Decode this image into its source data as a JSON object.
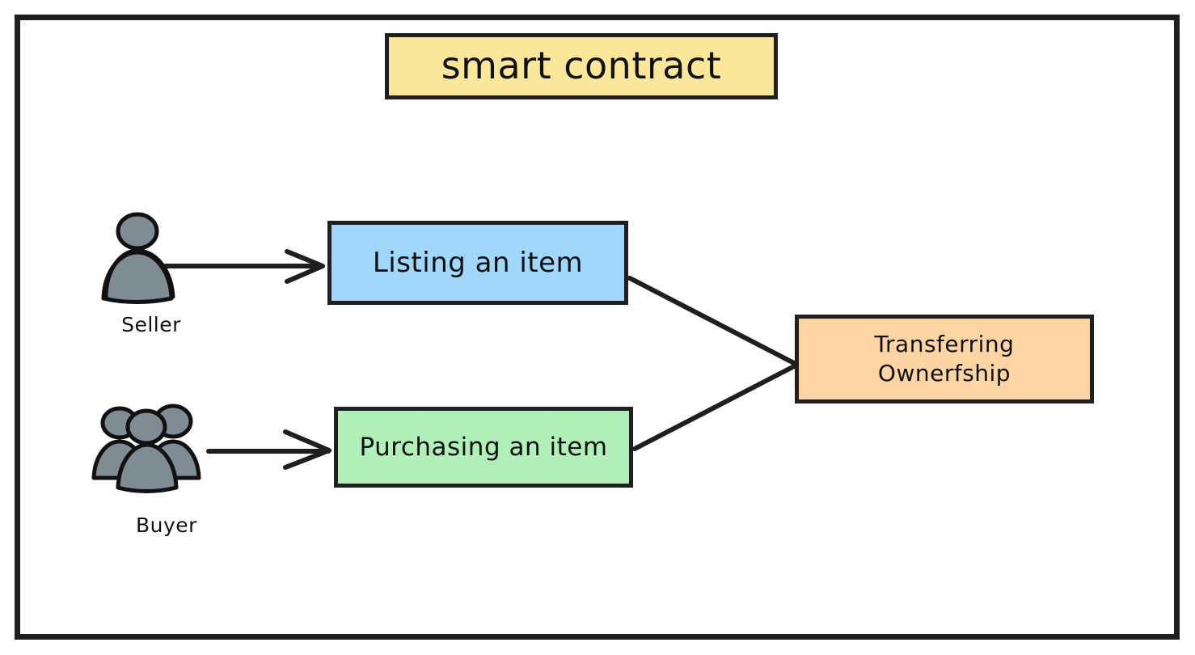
{
  "diagram": {
    "title": "smart contract",
    "frame_color": "#1f1f1f",
    "background": "#ffffff"
  },
  "nodes": [
    {
      "id": "title",
      "label": "smart contract",
      "fill": "#FAE79A",
      "stroke": "#1f1f1f",
      "role": "title-box"
    },
    {
      "id": "listing",
      "label": "Listing an item",
      "fill": "#A0D7FB",
      "stroke": "#1f1f1f",
      "role": "process-box"
    },
    {
      "id": "purchasing",
      "label": "Purchasing an item",
      "fill": "#B1F0B8",
      "stroke": "#1f1f1f",
      "role": "process-box"
    },
    {
      "id": "transfer",
      "label": "Transferring\nOwnerfship",
      "fill": "#FCD5A3",
      "stroke": "#1f1f1f",
      "role": "process-box"
    }
  ],
  "actors": [
    {
      "id": "seller",
      "caption": "Seller",
      "icon": "single-person-icon",
      "fill": "#7F8C93",
      "stroke": "#111111",
      "count": 1
    },
    {
      "id": "buyer",
      "caption": "Buyer",
      "icon": "group-of-people-icon",
      "fill": "#7F8C93",
      "stroke": "#111111",
      "count": 3
    }
  ],
  "connectors": [
    {
      "id": "seller-to-listing",
      "from": "seller",
      "to": "listing",
      "style": "arrow",
      "arrowhead": "open",
      "color": "#1f1f1f"
    },
    {
      "id": "buyer-to-purchasing",
      "from": "buyer",
      "to": "purchasing",
      "style": "arrow",
      "arrowhead": "open",
      "color": "#1f1f1f"
    },
    {
      "id": "listing-to-transfer",
      "from": "listing",
      "to": "transfer",
      "style": "line",
      "arrowhead": "none",
      "color": "#1f1f1f"
    },
    {
      "id": "purchasing-to-transfer",
      "from": "purchasing",
      "to": "transfer",
      "style": "line",
      "arrowhead": "none",
      "color": "#1f1f1f"
    }
  ]
}
